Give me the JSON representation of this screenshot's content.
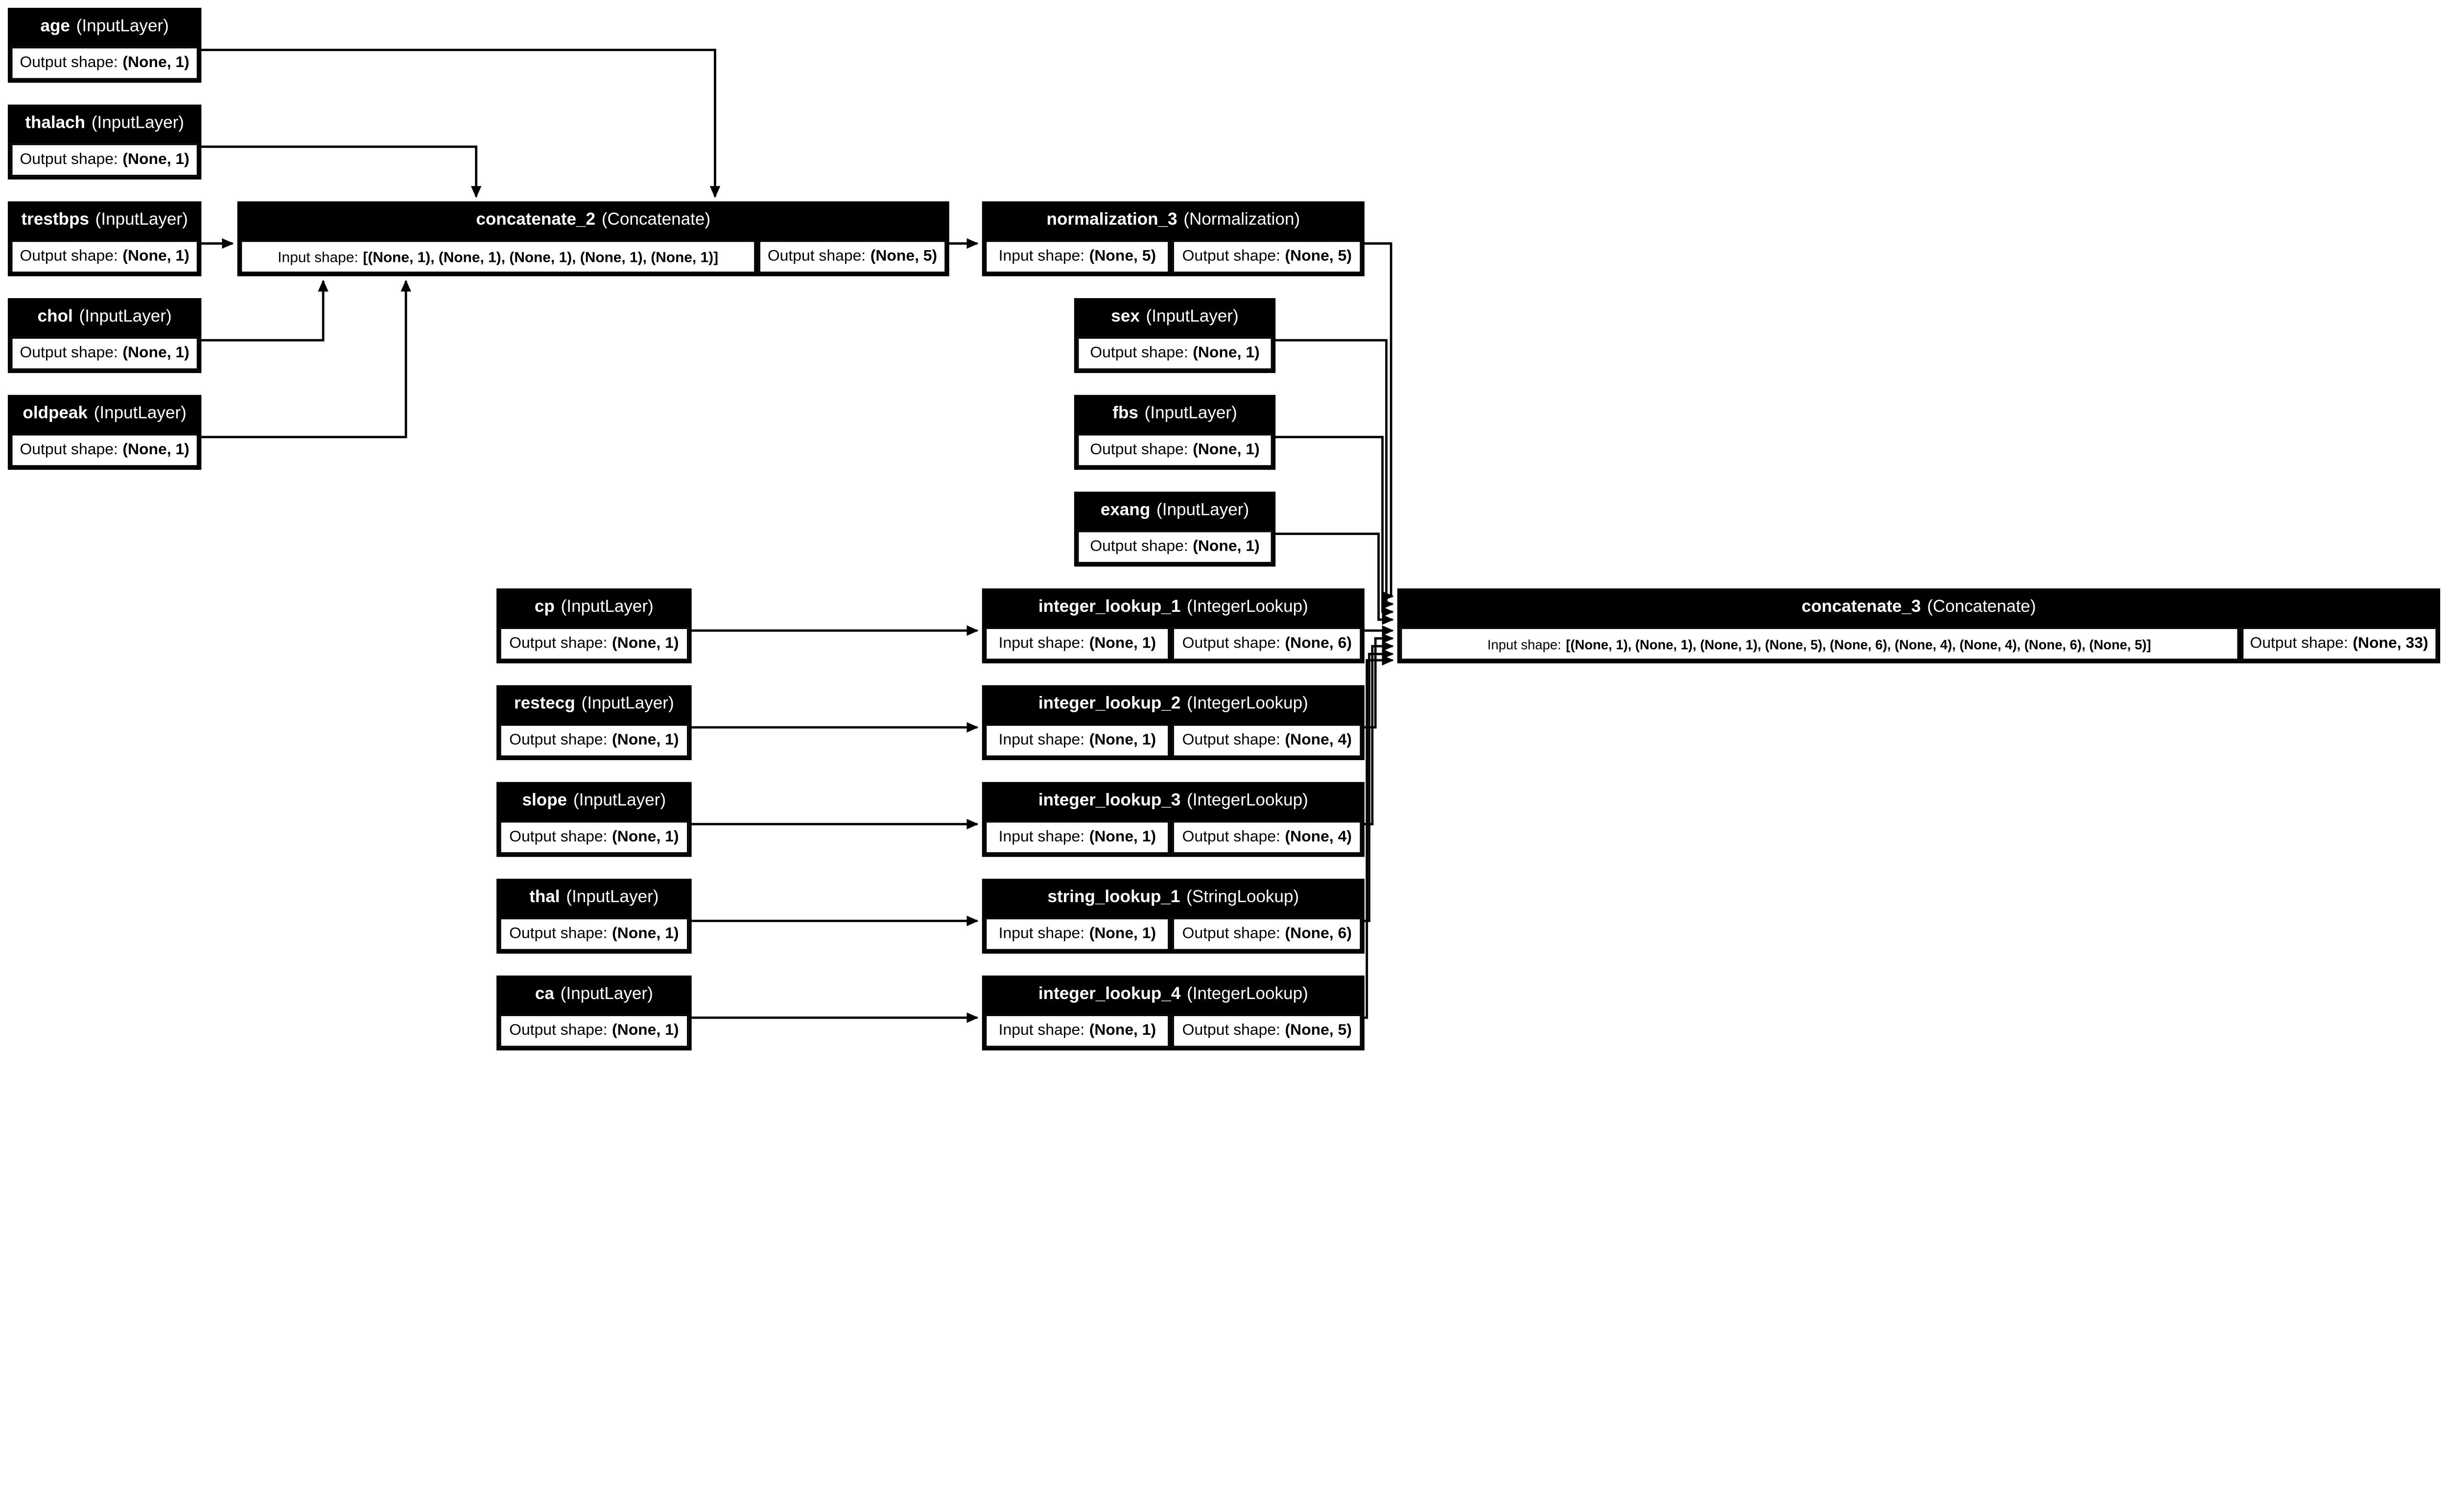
{
  "diagram": {
    "kind": "keras-model-plot",
    "labels": {
      "input_prefix": "Input shape:",
      "output_prefix": "Output shape:"
    },
    "colors": {
      "node_fill": "#000000",
      "node_text": "#ffffff",
      "cell_fill": "#ffffff",
      "cell_text": "#000000",
      "edge": "#000000",
      "background": "#ffffff"
    },
    "nodes": [
      {
        "id": "age",
        "name": "age",
        "type_label": "(InputLayer)",
        "output_shape": "(None, 1)"
      },
      {
        "id": "thalach",
        "name": "thalach",
        "type_label": "(InputLayer)",
        "output_shape": "(None, 1)"
      },
      {
        "id": "trestbps",
        "name": "trestbps",
        "type_label": "(InputLayer)",
        "output_shape": "(None, 1)"
      },
      {
        "id": "chol",
        "name": "chol",
        "type_label": "(InputLayer)",
        "output_shape": "(None, 1)"
      },
      {
        "id": "oldpeak",
        "name": "oldpeak",
        "type_label": "(InputLayer)",
        "output_shape": "(None, 1)"
      },
      {
        "id": "concatenate_2",
        "name": "concatenate_2",
        "type_label": "(Concatenate)",
        "input_shape": "[(None, 1), (None, 1), (None, 1), (None, 1), (None, 1)]",
        "output_shape": "(None, 5)"
      },
      {
        "id": "normalization_3",
        "name": "normalization_3",
        "type_label": "(Normalization)",
        "input_shape": "(None, 5)",
        "output_shape": "(None, 5)"
      },
      {
        "id": "sex",
        "name": "sex",
        "type_label": "(InputLayer)",
        "output_shape": "(None, 1)"
      },
      {
        "id": "fbs",
        "name": "fbs",
        "type_label": "(InputLayer)",
        "output_shape": "(None, 1)"
      },
      {
        "id": "exang",
        "name": "exang",
        "type_label": "(InputLayer)",
        "output_shape": "(None, 1)"
      },
      {
        "id": "cp",
        "name": "cp",
        "type_label": "(InputLayer)",
        "output_shape": "(None, 1)"
      },
      {
        "id": "restecg",
        "name": "restecg",
        "type_label": "(InputLayer)",
        "output_shape": "(None, 1)"
      },
      {
        "id": "slope",
        "name": "slope",
        "type_label": "(InputLayer)",
        "output_shape": "(None, 1)"
      },
      {
        "id": "thal",
        "name": "thal",
        "type_label": "(InputLayer)",
        "output_shape": "(None, 1)"
      },
      {
        "id": "ca",
        "name": "ca",
        "type_label": "(InputLayer)",
        "output_shape": "(None, 1)"
      },
      {
        "id": "integer_lookup_1",
        "name": "integer_lookup_1",
        "type_label": "(IntegerLookup)",
        "input_shape": "(None, 1)",
        "output_shape": "(None, 6)"
      },
      {
        "id": "integer_lookup_2",
        "name": "integer_lookup_2",
        "type_label": "(IntegerLookup)",
        "input_shape": "(None, 1)",
        "output_shape": "(None, 4)"
      },
      {
        "id": "integer_lookup_3",
        "name": "integer_lookup_3",
        "type_label": "(IntegerLookup)",
        "input_shape": "(None, 1)",
        "output_shape": "(None, 4)"
      },
      {
        "id": "string_lookup_1",
        "name": "string_lookup_1",
        "type_label": "(StringLookup)",
        "input_shape": "(None, 1)",
        "output_shape": "(None, 6)"
      },
      {
        "id": "integer_lookup_4",
        "name": "integer_lookup_4",
        "type_label": "(IntegerLookup)",
        "input_shape": "(None, 1)",
        "output_shape": "(None, 5)"
      },
      {
        "id": "concatenate_3",
        "name": "concatenate_3",
        "type_label": "(Concatenate)",
        "input_shape": "[(None, 1), (None, 1), (None, 1), (None, 5), (None, 6), (None, 4), (None, 4), (None, 6), (None, 5)]",
        "output_shape": "(None, 33)"
      }
    ],
    "edges": [
      {
        "from": "age",
        "to": "concatenate_2"
      },
      {
        "from": "thalach",
        "to": "concatenate_2"
      },
      {
        "from": "trestbps",
        "to": "concatenate_2"
      },
      {
        "from": "chol",
        "to": "concatenate_2"
      },
      {
        "from": "oldpeak",
        "to": "concatenate_2"
      },
      {
        "from": "concatenate_2",
        "to": "normalization_3"
      },
      {
        "from": "normalization_3",
        "to": "concatenate_3"
      },
      {
        "from": "sex",
        "to": "concatenate_3"
      },
      {
        "from": "fbs",
        "to": "concatenate_3"
      },
      {
        "from": "exang",
        "to": "concatenate_3"
      },
      {
        "from": "cp",
        "to": "integer_lookup_1"
      },
      {
        "from": "restecg",
        "to": "integer_lookup_2"
      },
      {
        "from": "slope",
        "to": "integer_lookup_3"
      },
      {
        "from": "thal",
        "to": "string_lookup_1"
      },
      {
        "from": "ca",
        "to": "integer_lookup_4"
      },
      {
        "from": "integer_lookup_1",
        "to": "concatenate_3"
      },
      {
        "from": "integer_lookup_2",
        "to": "concatenate_3"
      },
      {
        "from": "integer_lookup_3",
        "to": "concatenate_3"
      },
      {
        "from": "string_lookup_1",
        "to": "concatenate_3"
      },
      {
        "from": "integer_lookup_4",
        "to": "concatenate_3"
      }
    ]
  }
}
